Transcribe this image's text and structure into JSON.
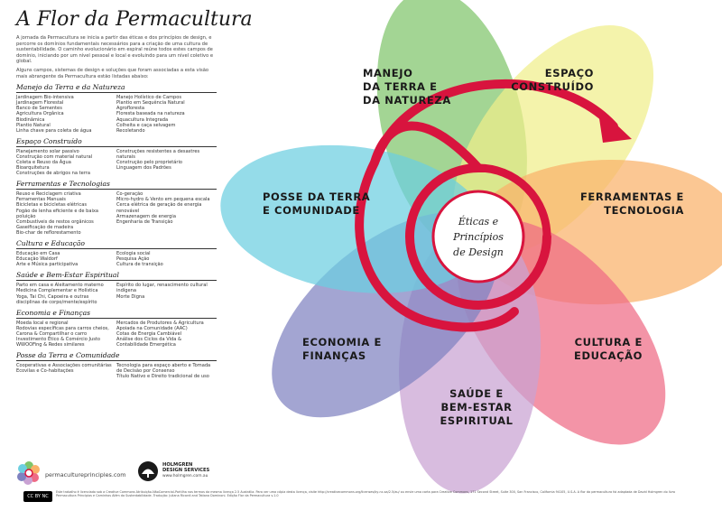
{
  "title": "A Flor da Permacultura",
  "intro": [
    "A jornada da Permacultura se inicia a partir das éticas e dos princípios de design, e percorre os domínios fundamentais necessários para a criação de uma cultura de sustentabilidade. O caminho evolucionário em espiral reúne todos estes campos de domínio, iniciando por um nível pessoal e local e evoluindo para um nível coletivo e global.",
    "Alguns campos, sistemas de design e soluções que foram associadas a esta visão mais abrangente da Permacultura estão listadas abaixo:"
  ],
  "sections": [
    {
      "heading": "Manejo da Terra e da Natureza",
      "left": [
        "Jardinagem Bio-intensiva",
        "Jardinagem Florestal",
        "Banco de Sementes",
        "Agricultura Orgânica",
        "Biodinâmica",
        "Plantio Natural",
        "Linha chave para coleta de água"
      ],
      "right": [
        "Manejo Holístico de Campos",
        "Plantio em Sequência Natural",
        "Agrofloresta",
        "Floresta baseada na natureza",
        "Aquacultura Integrada",
        "Colheita e caça selvagem",
        "Recoletando"
      ]
    },
    {
      "heading": "Espaço Construído",
      "left": [
        "Planejamento solar passivo",
        "Construção com material natural",
        "Coleta e Reuso da Água",
        "Bioarquitetura",
        "Construções de abrigos na terra"
      ],
      "right": [
        "Construções resistentes a desastres naturais",
        "Construção pelo proprietário",
        "Linguagem dos Padrões"
      ]
    },
    {
      "heading": "Ferramentas e Tecnologias",
      "left": [
        "Reuso e Reciclagem criativa",
        "Ferramentas Manuais",
        "Bicicletas e bicicletas elétricas",
        "Fogão de lenha eficiente e de baixa poluição",
        "Combustíveis de restos orgânicos",
        "Gaseificação de madeira",
        "Bio-char de reflorestamento"
      ],
      "right": [
        "Co-geração",
        "Micro-hydro & Vento em pequena escala",
        "Cerca elétrica de geração de energia renovável",
        "Armazenagem de energia",
        "Engenharia de Transição"
      ]
    },
    {
      "heading": "Cultura e Educação",
      "left": [
        "Educação em Casa",
        "Educação Waldorf",
        "Arte e Música participativa"
      ],
      "right": [
        "Ecologia social",
        "Pesquisa Ação",
        "Cultura de transição"
      ]
    },
    {
      "heading": "Saúde e Bem-Estar Espiritual",
      "left": [
        "Parto em casa e Aleitamento materno",
        "Medicina Complementar e Holística",
        "Yoga, Tai Chi, Capoeira e outras disciplinas de corpo/mente/espírito"
      ],
      "right": [
        "Espírito do lugar, renascimento cultural indígena",
        "Morte Digna"
      ]
    },
    {
      "heading": "Economia e Finanças",
      "left": [
        "Moeda local e regional",
        "Rodovias específicas para carros cheios, Carona & Compartilhar o carro",
        "Investimento Ético & Comércio Justo",
        "WWOOFing & Redes similares"
      ],
      "right": [
        "Mercados de Produtores & Agricultura Apoiada na Comunidade (AAC)",
        "Cotas de Energia Cambiável",
        "Análise dos Ciclos da Vida & Contabilidade Emergética"
      ]
    },
    {
      "heading": "Posse da Terra e Comunidade",
      "left": [
        "Cooperativas e Associações comunitárias",
        "Ecovilas e Co-habitações"
      ],
      "right": [
        "Tecnologia para espaço aberto e Tomada de Decisão por Consenso",
        "Título Nativo e Direito tradicional de uso"
      ]
    }
  ],
  "footer": {
    "pp_url": "permacultureprinciples.com",
    "hds_name_line1": "HOLMGREN",
    "hds_name_line2": "DESIGN SERVICES",
    "hds_url": "www.holmgren.com.au",
    "cc_badge": "CC BY NC",
    "license": "Este trabalho é licenciado sob a Creative Commons Atribuição-NãoComercial-Partilha nos termos da mesma licença 2.5 Austrália. Para ver uma cópia desta licença, visite http://creativecommons.org/licenses/by-nc-sa/2.5/au/ ou envie uma carta para Creative Commons, 171 Second Street, Suite 300, San Francisco, California 94105, U.S.A. A flor da permacultura foi adaptada de David Holmgren do livro Permacultura Princípios e Caminhos Além da Sustentabilidade. Tradução: Juliana Ricardi and Tatiana Dominoni. Edição Flor da Permacultura v.1.0"
  },
  "flower": {
    "center": {
      "line1": "Éticas e",
      "line2": "Princípios",
      "line3": "de Design"
    },
    "petals": [
      {
        "id": "manejo",
        "color": "#7fc56b",
        "label": [
          "MANEJO",
          "DA TERRA E",
          "DA NATUREZA"
        ]
      },
      {
        "id": "espaco",
        "color": "#f0ee8a",
        "label": [
          "ESPAÇO",
          "CONSTRUÍDO"
        ]
      },
      {
        "id": "ferramentas",
        "color": "#f9b26a",
        "label": [
          "FERRAMENTAS E",
          "TECNOLOGIA"
        ]
      },
      {
        "id": "cultura",
        "color": "#ee6b85",
        "label": [
          "CULTURA E",
          "EDUCAÇÃO"
        ]
      },
      {
        "id": "saude",
        "color": "#c9a2d3",
        "label": [
          "SAÚDE E",
          "BEM-ESTAR",
          "ESPIRITUAL"
        ]
      },
      {
        "id": "economia",
        "color": "#7f82c0",
        "label": [
          "ECONOMIA E",
          "FINANÇAS"
        ]
      },
      {
        "id": "posse",
        "color": "#6ccfe0",
        "label": [
          "POSSE DA TERRA",
          "E COMUNIDADE"
        ]
      }
    ],
    "spiral_color": "#d8143e"
  }
}
